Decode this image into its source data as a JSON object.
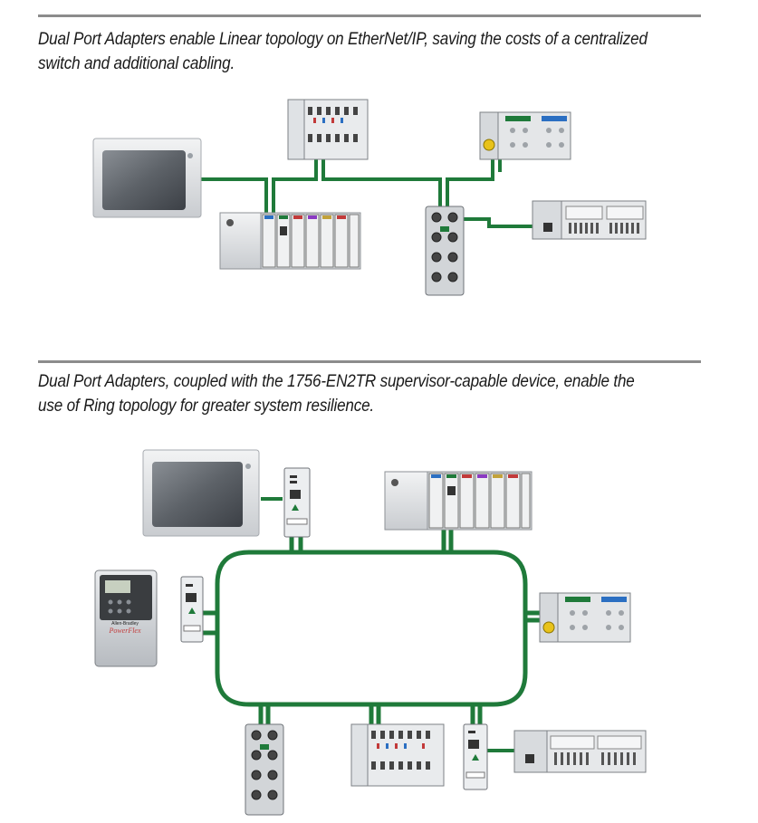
{
  "linear_section": {
    "caption_lines": [
      "Dual Port Adapters enable Linear topology on EtherNet/IP, saving the costs of a centralized",
      "switch and additional cabling."
    ]
  },
  "ring_section": {
    "caption_lines": [
      "Dual Port Adapters, coupled with the 1756-EN2TR supervisor-capable device, enable the",
      "use of Ring topology for greater system resilience."
    ]
  },
  "device_labels": {
    "brand": "Allen-Bradley",
    "drive_name": "PowerFlex"
  },
  "colors": {
    "network_cable": "#1f7a3a",
    "rule": "#8c8c8c",
    "caption_text": "#1a1a1a",
    "device_body": "#e6e8ea",
    "device_dark": "#3a3d40"
  }
}
